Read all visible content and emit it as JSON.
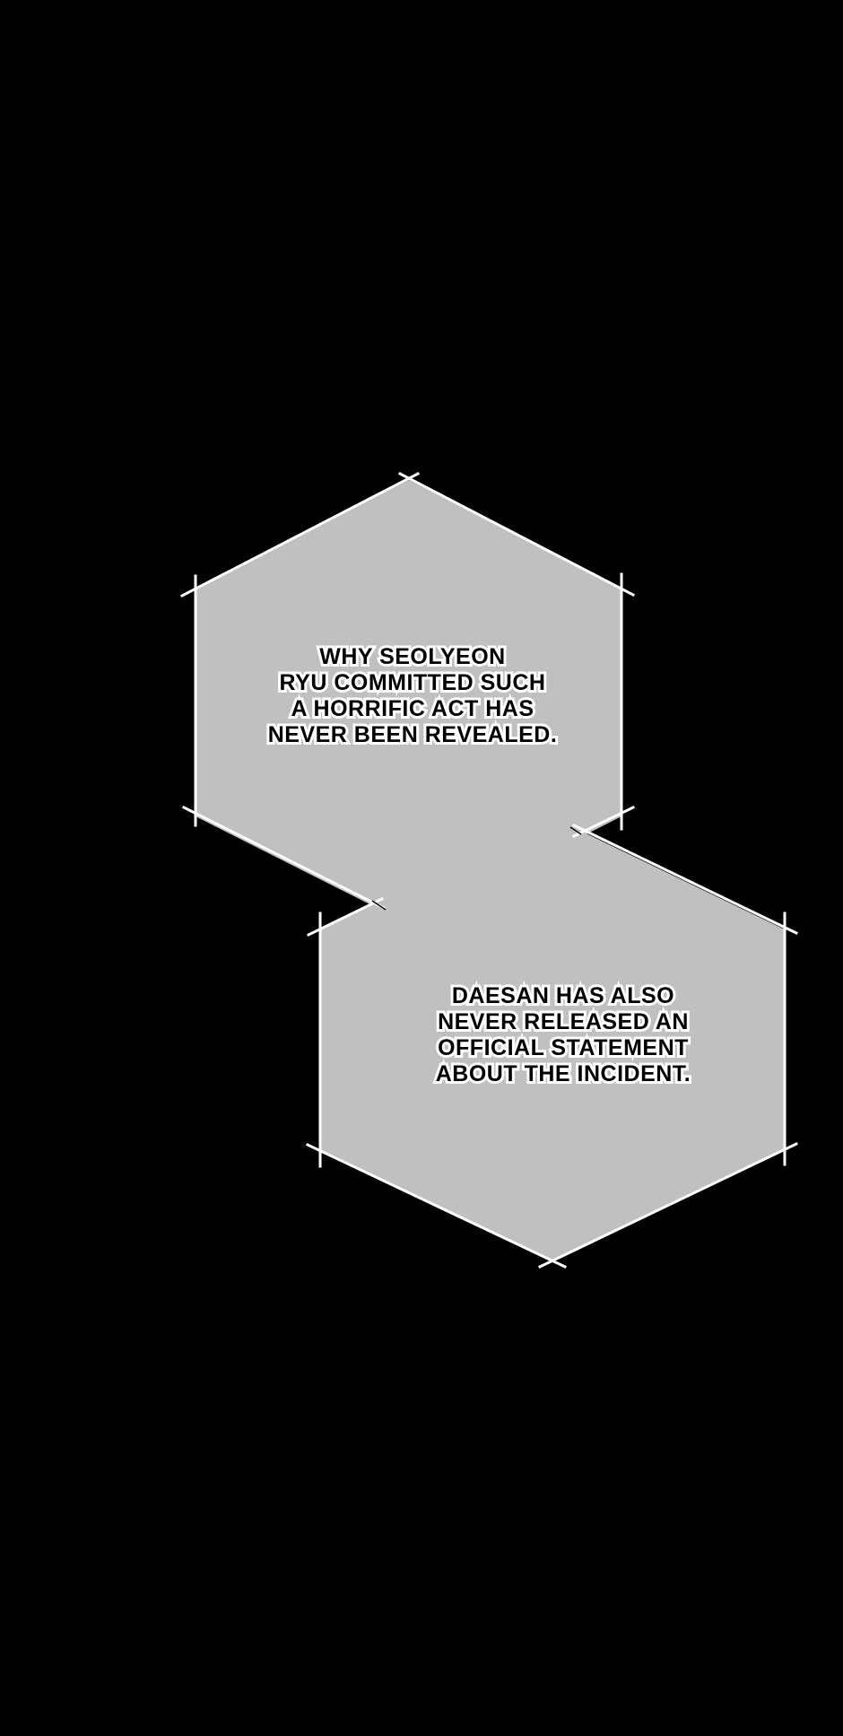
{
  "panel": {
    "background_color": "#000000",
    "hexagon_fill": "#c0c0c0",
    "hexagon_outline": "#ffffff",
    "outline_color_dark": "#000000"
  },
  "captions": [
    {
      "lines": [
        "WHY SEOLYEON",
        "RYU COMMITTED SUCH",
        "A HORRIFIC ACT HAS",
        "NEVER BEEN REVEALED."
      ]
    },
    {
      "lines": [
        "DAESAN HAS ALSO",
        "NEVER RELEASED AN",
        "OFFICIAL STATEMENT",
        "ABOUT THE INCIDENT."
      ]
    }
  ]
}
